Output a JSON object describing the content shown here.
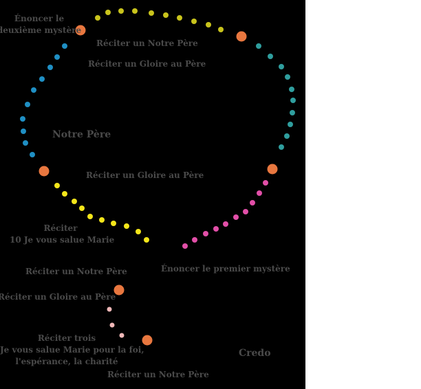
{
  "diagram": {
    "title": "Chapelet",
    "colors": {
      "background": "#000000",
      "text": "#4a4a4a",
      "pater_bead": "#e8773f",
      "decade_top": "#c9c41c",
      "decade_right": "#2f9e9e",
      "decade_left": "#1f8fc4",
      "decade_bottom_left": "#f5e61a",
      "decade_bottom_right": "#e24fa8",
      "three_beads": "#f0b8b8"
    },
    "labels": {
      "announce_second": [
        "Énoncer le",
        "deuxième mystère"
      ],
      "our_father_top": "Réciter un Notre Père",
      "glory_top": "Réciter un Gloire au Père",
      "our_father_center": "Notre Père",
      "glory_middle": "Réciter un Gloire au Père",
      "ten_hail_marys": [
        "Réciter",
        "10 Je vous salue Marie"
      ],
      "announce_first": "Énoncer le premier mystère",
      "our_father_pendant": "Réciter un Notre Père",
      "glory_pendant": "Réciter un Gloire au Père",
      "three_hail_marys": [
        "Réciter trois",
        "Je vous salue Marie pour la foi,",
        "l'espérance, la charité"
      ],
      "creed": "Credo",
      "our_father_bottom": "Réciter un Notre Père"
    },
    "bead_groups": [
      {
        "name": "pater-beads",
        "color_key": "pater_bead",
        "count": 6
      },
      {
        "name": "decade-top",
        "color_key": "decade_top",
        "count": 10
      },
      {
        "name": "decade-right",
        "color_key": "decade_right",
        "count": 10
      },
      {
        "name": "decade-left",
        "color_key": "decade_left",
        "count": 10
      },
      {
        "name": "decade-bottom-left",
        "color_key": "decade_bottom_left",
        "count": 10
      },
      {
        "name": "decade-bottom-right",
        "color_key": "decade_bottom_right",
        "count": 10
      },
      {
        "name": "three-beads",
        "color_key": "three_beads",
        "count": 3
      }
    ]
  }
}
